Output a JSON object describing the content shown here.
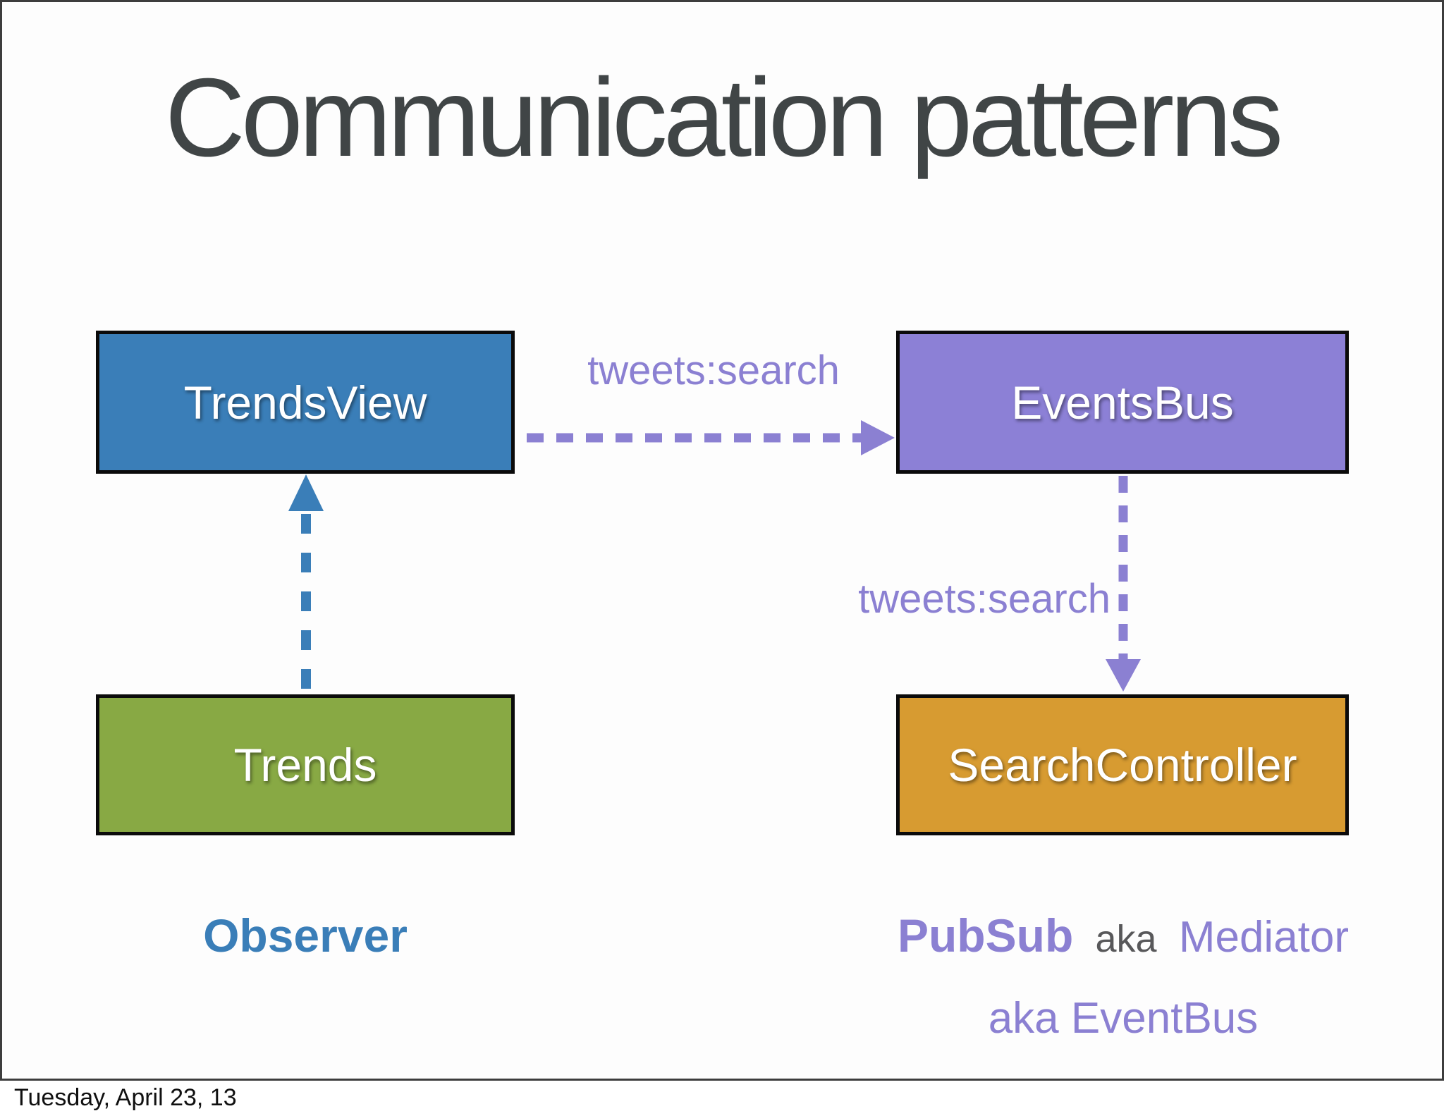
{
  "slide": {
    "title": "Communication patterns",
    "footer": "Tuesday, April 23, 13"
  },
  "boxes": {
    "trendsview": {
      "label": "TrendsView",
      "fill": "#3a7eb8",
      "border": "#0b0b0b",
      "text_color": "#ffffff"
    },
    "eventsbus": {
      "label": "EventsBus",
      "fill": "#8c80d6",
      "border": "#0b0b0b",
      "text_color": "#ffffff"
    },
    "trends": {
      "label": "Trends",
      "fill": "#88a944",
      "border": "#0b0b0b",
      "text_color": "#ffffff"
    },
    "searchcontroller": {
      "label": "SearchController",
      "fill": "#d79b31",
      "border": "#0b0b0b",
      "text_color": "#ffffff"
    }
  },
  "arrows": {
    "trendsview_to_eventsbus": {
      "label": "tweets:search",
      "color": "#8b80d2",
      "style": "dashed",
      "direction": "right"
    },
    "eventsbus_to_searchcontroller": {
      "label": "tweets:search",
      "color": "#8b80d2",
      "style": "dashed",
      "direction": "down"
    },
    "trends_to_trendsview": {
      "label": "",
      "color": "#3a7eb8",
      "style": "dashed",
      "direction": "up"
    }
  },
  "patterns": {
    "observer": {
      "label": "Observer",
      "color": "#3a7eb8"
    },
    "pubsub": {
      "primary": "PubSub",
      "aka1_word": "aka",
      "aka1_name": "Mediator",
      "aka2_word": "aka",
      "aka2_name": "EventBus",
      "color": "#8b80d2"
    }
  }
}
